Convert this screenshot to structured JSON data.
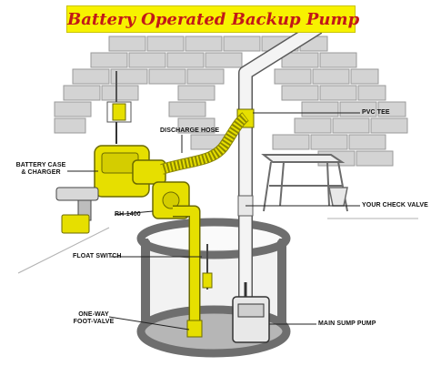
{
  "title": "Battery Operated Backup Pump",
  "colors": {
    "banner_background": "#f7f200",
    "title_text": "#c21818",
    "pump_yellow": "#e6df00",
    "pipe_white": "#f4f4f4",
    "brick_wall": "#cfcfcf",
    "sump_pit": "#8e8e8e"
  },
  "labels": {
    "discharge_hose": "DISCHARGE HOSE",
    "pvc_tee": "PVC TEE",
    "battery_case_line1": "BATTERY CASE",
    "battery_case_line2": "& CHARGER",
    "model": "RH-1400",
    "your_check_valve": "YOUR CHECK VALVE",
    "float_switch": "FLOAT SWITCH",
    "one_way_line1": "ONE-WAY",
    "one_way_line2": "FOOT-VALVE",
    "main_sump_pump": "MAIN SUMP PUMP"
  }
}
